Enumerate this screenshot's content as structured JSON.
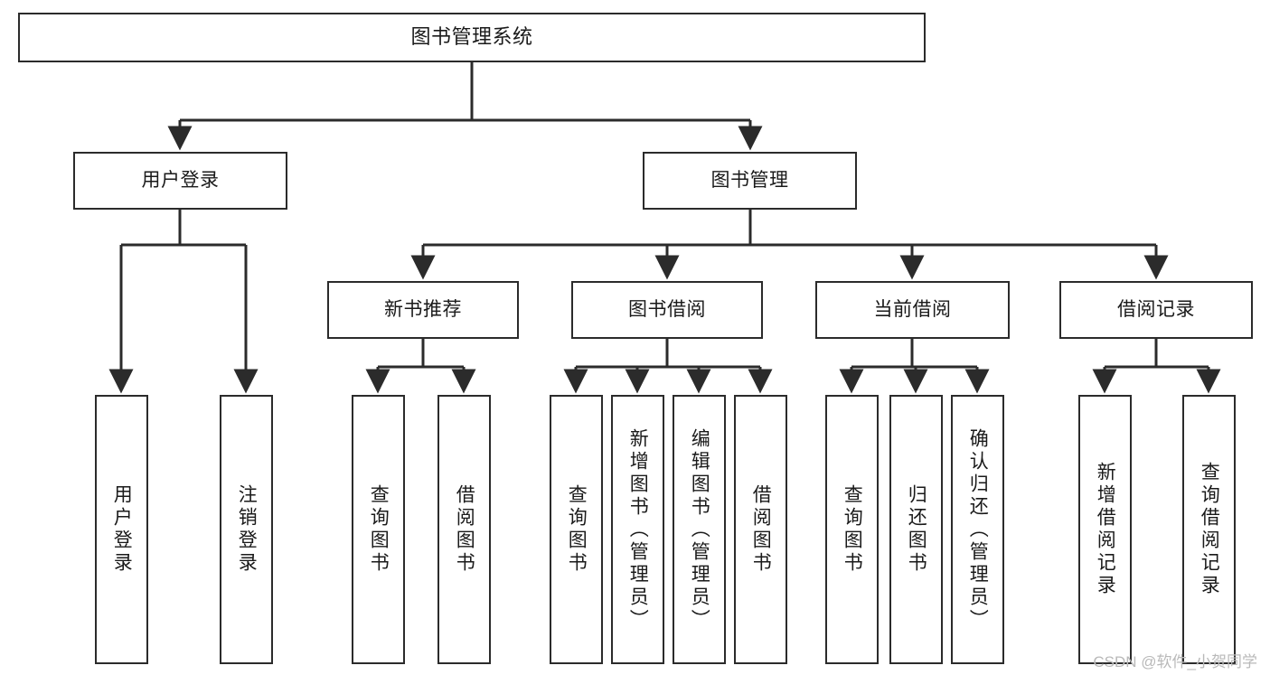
{
  "diagram": {
    "type": "tree-hierarchy-chart",
    "title": "图书管理系统",
    "watermark": "CSDN @软件_小贺同学",
    "colors": {
      "box_border": "#2b2b2b",
      "box_fill": "#ffffff",
      "connector": "#2b2b2b",
      "text": "#1a1a1a",
      "watermark": "#b9b9b9",
      "background": "#ffffff"
    },
    "levels": [
      {
        "level": 0,
        "nodes": [
          {
            "id": "root",
            "label": "图书管理系统",
            "orientation": "horizontal"
          }
        ]
      },
      {
        "level": 1,
        "nodes": [
          {
            "id": "login",
            "label": "用户登录",
            "orientation": "horizontal",
            "parent": "root"
          },
          {
            "id": "bookmgmt",
            "label": "图书管理",
            "orientation": "horizontal",
            "parent": "root"
          }
        ]
      },
      {
        "level": 2,
        "nodes": [
          {
            "id": "newbook",
            "label": "新书推荐",
            "orientation": "horizontal",
            "parent": "bookmgmt"
          },
          {
            "id": "borrow",
            "label": "图书借阅",
            "orientation": "horizontal",
            "parent": "bookmgmt"
          },
          {
            "id": "current",
            "label": "当前借阅",
            "orientation": "horizontal",
            "parent": "bookmgmt"
          },
          {
            "id": "records",
            "label": "借阅记录",
            "orientation": "horizontal",
            "parent": "bookmgmt"
          }
        ]
      },
      {
        "level": 3,
        "nodes": [
          {
            "id": "leaf1",
            "label": "用户登录",
            "orientation": "vertical",
            "parent": "login"
          },
          {
            "id": "leaf2",
            "label": "注销登录",
            "orientation": "vertical",
            "parent": "login"
          },
          {
            "id": "leaf3",
            "label": "查询图书",
            "orientation": "vertical",
            "parent": "newbook"
          },
          {
            "id": "leaf4",
            "label": "借阅图书",
            "orientation": "vertical",
            "parent": "newbook"
          },
          {
            "id": "leaf5",
            "label": "查询图书",
            "orientation": "vertical",
            "parent": "borrow"
          },
          {
            "id": "leaf6",
            "label": "新增图书（管理员）",
            "orientation": "vertical",
            "parent": "borrow"
          },
          {
            "id": "leaf7",
            "label": "编辑图书（管理员）",
            "orientation": "vertical",
            "parent": "borrow"
          },
          {
            "id": "leaf8",
            "label": "借阅图书",
            "orientation": "vertical",
            "parent": "borrow"
          },
          {
            "id": "leaf9",
            "label": "查询图书",
            "orientation": "vertical",
            "parent": "current"
          },
          {
            "id": "leaf10",
            "label": "归还图书",
            "orientation": "vertical",
            "parent": "current"
          },
          {
            "id": "leaf11",
            "label": "确认归还（管理员）",
            "orientation": "vertical",
            "parent": "current"
          },
          {
            "id": "leaf12",
            "label": "新增借阅记录",
            "orientation": "vertical",
            "parent": "records"
          },
          {
            "id": "leaf13",
            "label": "查询借阅记录",
            "orientation": "vertical",
            "parent": "records"
          }
        ]
      }
    ]
  }
}
